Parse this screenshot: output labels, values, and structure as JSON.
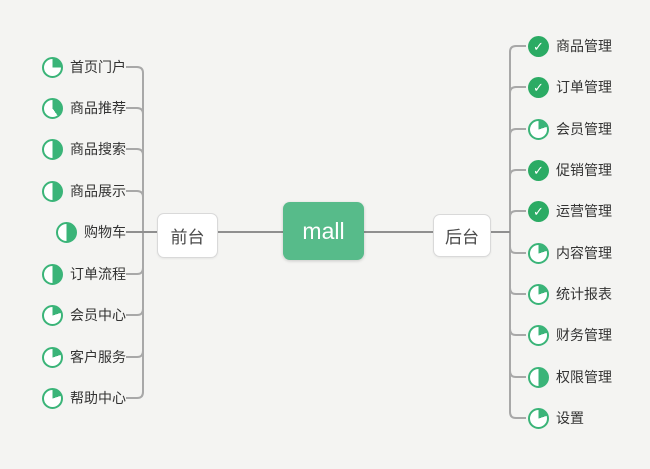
{
  "background": "#f4f4f2",
  "colors": {
    "root_green": "#57bb8a",
    "check_green": "#2bab64",
    "pie_green": "#3ab478",
    "line_gray": "#a8a8a8",
    "main_line_gray": "#8f8f8f",
    "text": "#333333"
  },
  "center": {
    "label": "mall"
  },
  "branches": {
    "left": {
      "label": "前台",
      "items": [
        {
          "label": "首页门户",
          "icon": {
            "type": "pie",
            "percent": 25
          }
        },
        {
          "label": "商品推荐",
          "icon": {
            "type": "pie",
            "percent": 40
          }
        },
        {
          "label": "商品搜索",
          "icon": {
            "type": "pie",
            "percent": 50
          }
        },
        {
          "label": "商品展示",
          "icon": {
            "type": "pie",
            "percent": 50
          }
        },
        {
          "label": "购物车",
          "icon": {
            "type": "pie",
            "percent": 50
          }
        },
        {
          "label": "订单流程",
          "icon": {
            "type": "pie",
            "percent": 50
          }
        },
        {
          "label": "会员中心",
          "icon": {
            "type": "pie",
            "percent": 20
          }
        },
        {
          "label": "客户服务",
          "icon": {
            "type": "pie",
            "percent": 20
          }
        },
        {
          "label": "帮助中心",
          "icon": {
            "type": "pie",
            "percent": 20
          }
        }
      ]
    },
    "right": {
      "label": "后台",
      "items": [
        {
          "label": "商品管理",
          "icon": {
            "type": "check"
          }
        },
        {
          "label": "订单管理",
          "icon": {
            "type": "check"
          }
        },
        {
          "label": "会员管理",
          "icon": {
            "type": "pie",
            "percent": 20
          }
        },
        {
          "label": "促销管理",
          "icon": {
            "type": "check"
          }
        },
        {
          "label": "运营管理",
          "icon": {
            "type": "check"
          }
        },
        {
          "label": "内容管理",
          "icon": {
            "type": "pie",
            "percent": 20
          }
        },
        {
          "label": "统计报表",
          "icon": {
            "type": "pie",
            "percent": 20
          }
        },
        {
          "label": "财务管理",
          "icon": {
            "type": "pie",
            "percent": 20
          }
        },
        {
          "label": "权限管理",
          "icon": {
            "type": "pie",
            "percent": 50
          }
        },
        {
          "label": "设置",
          "icon": {
            "type": "pie",
            "percent": 20
          }
        }
      ]
    }
  }
}
